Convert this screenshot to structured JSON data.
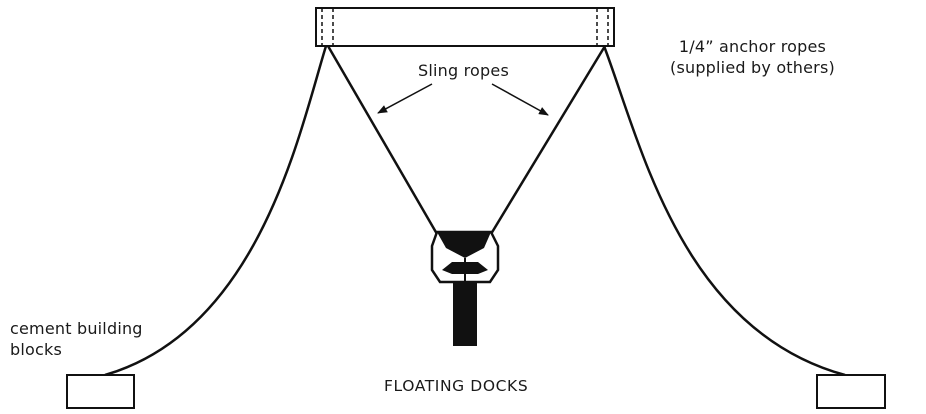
{
  "labels": {
    "sling_ropes": "Sling ropes",
    "anchor_ropes_line1": "1/4” anchor ropes",
    "anchor_ropes_line2": "(supplied by others)",
    "blocks_line1": "cement building",
    "blocks_line2": "blocks",
    "title": "FLOATING DOCKS"
  },
  "colors": {
    "ink": "#111111",
    "paper": "#ffffff"
  }
}
